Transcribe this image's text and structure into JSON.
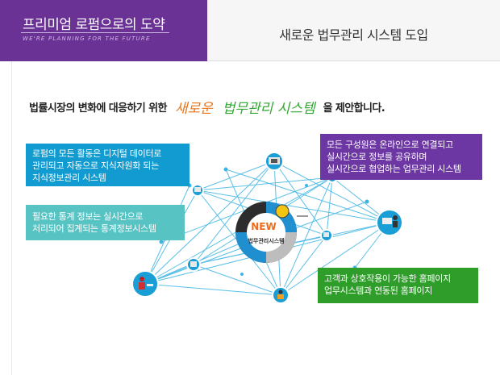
{
  "header": {
    "brand_title": "프리미엄 로펌으로의 도약",
    "brand_subtitle": "WE'RE PLANNING FOR THE FUTURE",
    "page_title": "새로운 법무관리 시스템 도입"
  },
  "headline": {
    "prefix": "법률시장의 변화에 대응하기 위한",
    "highlight_a": "새로운",
    "highlight_b": "법무관리 시스템",
    "suffix": "을 제안합니다."
  },
  "hub": {
    "badge": "NEW",
    "label": "법무관리시스템"
  },
  "boxes": {
    "blue": [
      "로펌의 모든 활동은 디지털 데이터로",
      "관리되고 자동으로 지식자원화 되는",
      "지식정보관리 시스템"
    ],
    "teal": [
      "필요한 통계 정보는 실시간으로",
      "처리되어 집계되는 통계정보시스템"
    ],
    "purple": [
      "모든 구성원은 온라인으로 연결되고",
      "실시간으로 정보를 공유하며",
      "실시간으로 협업하는 업무관리 시스템"
    ],
    "green": [
      "고객과 상호작용이 가능한 홈페이지",
      "업무시스템과 연동된 홈페이지"
    ]
  },
  "colors": {
    "brand": "#6a3295",
    "blue": "#129bd0",
    "teal": "#57c3c3",
    "purple": "#6c36a3",
    "green": "#2f9d2a",
    "network_line": "#3fb4e3",
    "orange": "#e8741c"
  },
  "icons": [
    "computer-node-icon",
    "desk-worker-icon",
    "network-hub-icon"
  ]
}
